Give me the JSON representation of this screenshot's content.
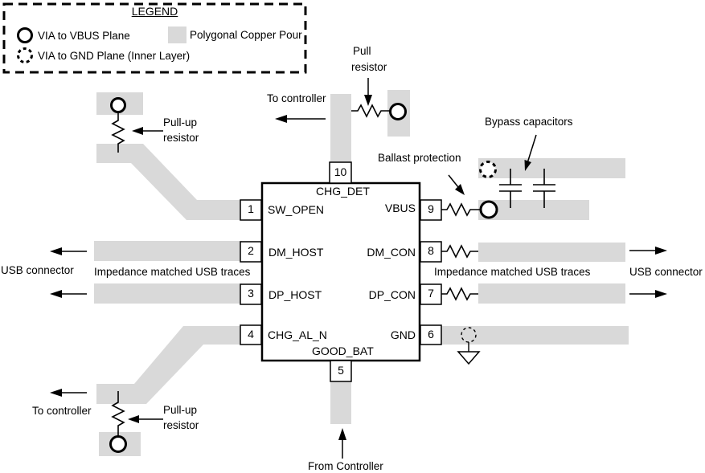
{
  "colors": {
    "copper": "#d9d9d9",
    "line": "#000000"
  },
  "legend": {
    "title": "LEGEND",
    "items": {
      "via_vbus": "VIA to VBUS Plane",
      "via_gnd": "VIA to GND Plane (Inner Layer)",
      "copper_pour": "Polygonal Copper Pour"
    }
  },
  "ic": {
    "pins": {
      "p1": {
        "num": "1",
        "label": "SW_OPEN"
      },
      "p2": {
        "num": "2",
        "label": "DM_HOST"
      },
      "p3": {
        "num": "3",
        "label": "DP_HOST"
      },
      "p4": {
        "num": "4",
        "label": "CHG_AL_N"
      },
      "p5": {
        "num": "5",
        "label": "GOOD_BAT"
      },
      "p6": {
        "num": "6",
        "label": "GND"
      },
      "p7": {
        "num": "7",
        "label": "DP_CON"
      },
      "p8": {
        "num": "8",
        "label": "DM_CON"
      },
      "p9": {
        "num": "9",
        "label": "VBUS"
      },
      "p10": {
        "num": "10",
        "label": "CHG_DET"
      }
    }
  },
  "annotations": {
    "to_controller_top": "To controller",
    "to_controller_bottom": "To controller",
    "from_controller": "From Controller",
    "pull_resistor_l1": "Pull",
    "pull_resistor_l2": "resistor",
    "pull_up_l1": "Pull-up",
    "pull_up_l2": "resistor",
    "ballast_protection": "Ballast protection",
    "bypass_capacitors": "Bypass capacitors",
    "usb_connector": "USB connector",
    "impedance_traces": "Impedance matched USB traces"
  }
}
